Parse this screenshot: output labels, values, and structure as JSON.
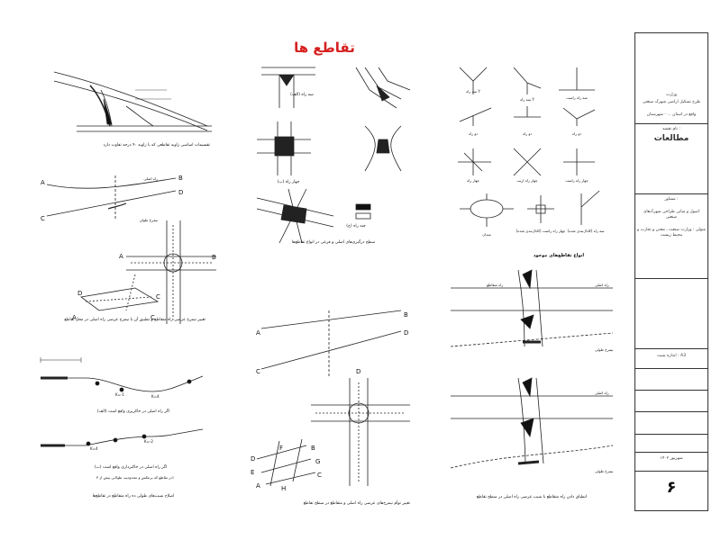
{
  "sheet": {
    "title": "تقاطع ها"
  },
  "captions": {
    "angle": "تقسیمات اساسی زاویه تقاطعی که با زاویه ۹۰ درجه تفاوت دارد",
    "types": "انواع تقاطع‌های موجود",
    "traffic": "سطح درگیری‌های اصلی و فرعی در انواع تقاطع‌ها",
    "profile_cross": "تغییر نیمرخ عرضی راه متقاطع و تطبیق آن با نیمرخ عرضی راه اصلی در محل تقاطع",
    "profile_change": "تغییر توأم نیمرخ‌های عرضی راه اصلی و متقاطع در سطح تقاطع",
    "long_slope": "اصلاح شیب‌های طولی ده راه متقاطع در تقاطع‌ها",
    "alignment": "انطباق دادن راه متقاطع با شیب عرضی راه اصلی در سطح تقاطع"
  },
  "labels": {
    "A": "A",
    "B": "B",
    "C": "C",
    "D": "D",
    "E": "E",
    "F": "F",
    "G": "G",
    "H": "H",
    "main_road": "راه اصلی",
    "cross_road": "راه متقاطع",
    "profile": "نیمرخ طولی",
    "k1": "K=-1",
    "k2": "K=-2",
    "k4": "K=4",
    "k4b": "K=4",
    "type_a": "(الف) سه راه",
    "type_b": "(ب) چهار راه",
    "type_c": "(ج) چند راه",
    "sub_a": "(الف) اگر راه اصلی در خاکریزی واقع است",
    "sub_b": "(ب) اگر راه اصلی در خاکبرداری واقع است",
    "note": "در تقاطع که برعکس و محدودیت طولانی بیش از ۳٪"
  },
  "types": {
    "t1": "سه راه Y",
    "t2": "سه راه Y",
    "t3": "سه راه راست",
    "t4": "دو راه",
    "t5": "دو راه",
    "t6": "دو راه",
    "t7": "چهار راه",
    "t8": "چهار راه اریب",
    "t9": "چهار راه راست",
    "t10": "میدان",
    "t11": "چهار راه راست (کانال‌بندی شده)",
    "t12": "سه راه (کانال‌بندی شده)"
  },
  "titleblock": {
    "org": "وزارت",
    "project": "طرح تشکیل اراضی شهرک صنعتی",
    "location": "واقع در استان ... - شهرستان",
    "subject_label": "نام نقشه :",
    "subject": "مطالعات",
    "consultant_label": "مشاور :",
    "consultant": "اصول و مبانی طراحی شهرک‌های صنعتی",
    "client": "متولی : وزارت صنعت ، معدن و تجارت و محیط زیست",
    "scale": "اندازه شیت : A3",
    "date": "شهریور ۱۴۰۲",
    "sheet_no": "۶"
  }
}
